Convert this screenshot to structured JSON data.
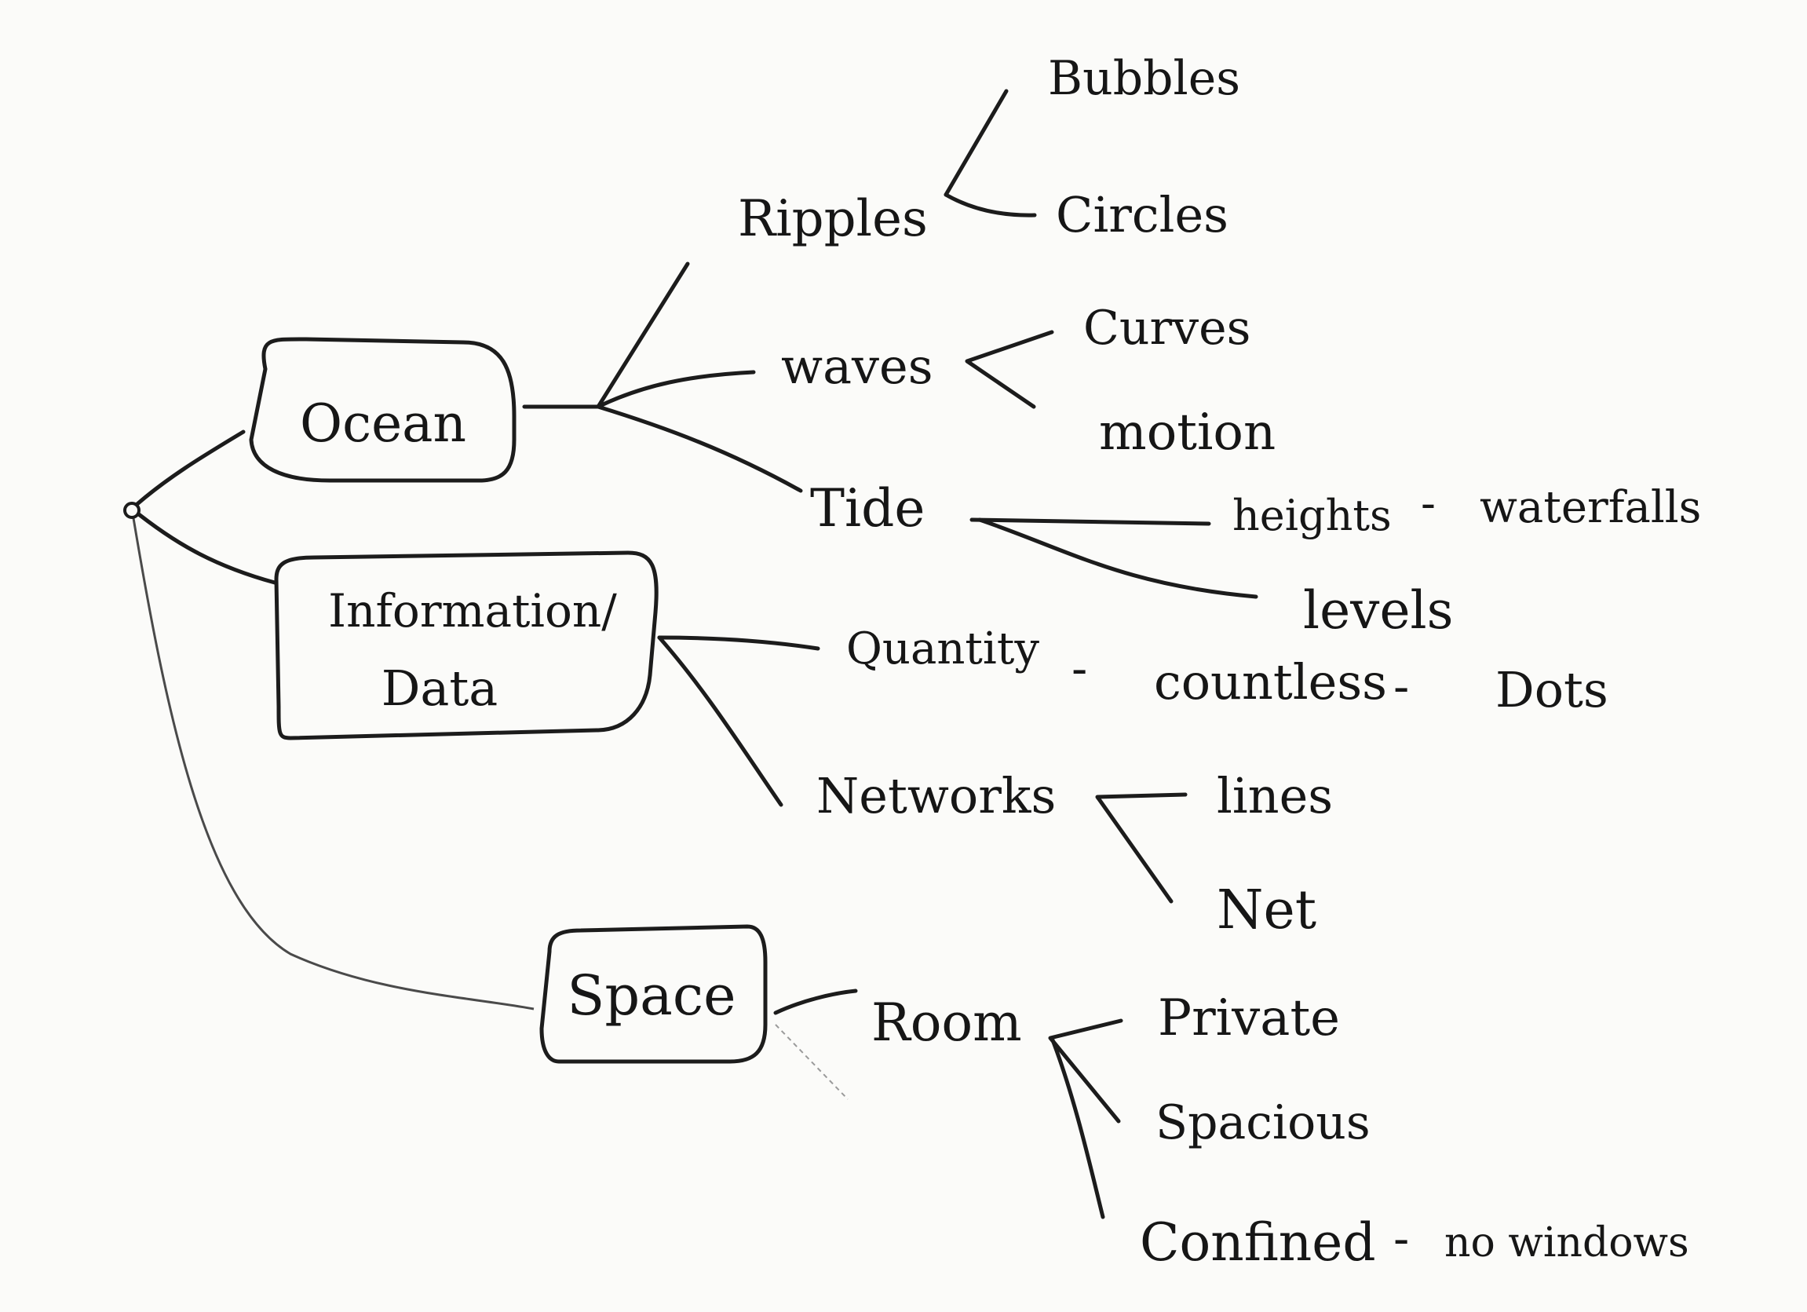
{
  "nodes": {
    "ocean": "Ocean",
    "information": "Information/",
    "data": "Data",
    "space": "Space",
    "ripples": "Ripples",
    "waves": "waves",
    "tide": "Tide",
    "bubbles": "Bubbles",
    "circles": "Circles",
    "curves": "Curves",
    "motion": "motion",
    "heights": "heights",
    "waterfalls": "waterfalls",
    "levels": "levels",
    "quantity": "Quantity",
    "countless": "countless",
    "dots": "Dots",
    "networks": "Networks",
    "lines": "lines",
    "net": "Net",
    "room": "Room",
    "private": "Private",
    "spacious": "Spacious",
    "confined": "Confined",
    "no_windows": "no windows"
  },
  "connector_dashes": {
    "heights_waterfalls": "-",
    "quantity_countless": "-",
    "countless_dots": "-",
    "confined_no_windows": "-"
  }
}
